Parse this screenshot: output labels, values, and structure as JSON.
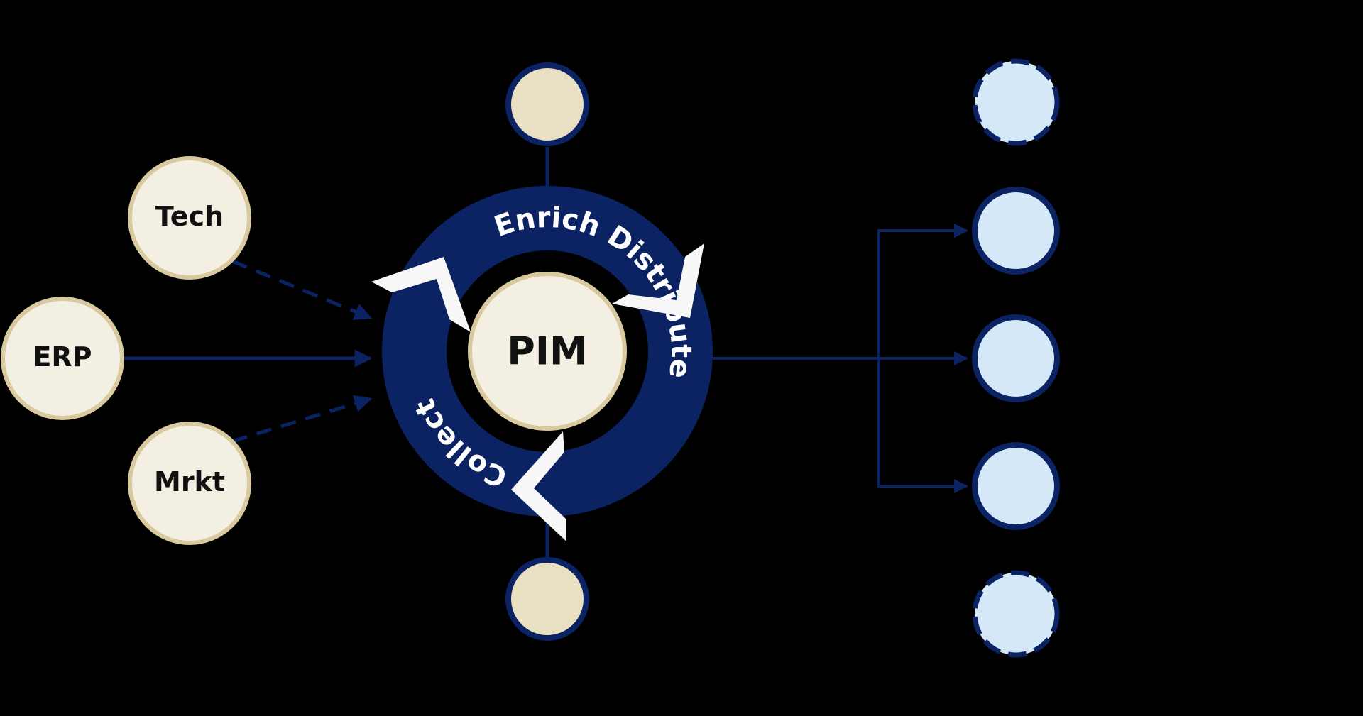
{
  "diagram": {
    "type": "pim-flow",
    "colors": {
      "background": "#000000",
      "navy": "#0b2263",
      "source_fill": "#f3efe2",
      "source_stroke": "#d8c99e",
      "satellite_fill": "#e9dfc3",
      "channel_fill": "#d4e8f8",
      "chevron": "#f7f7f7",
      "label_dark": "#111111",
      "label_light": "#ffffff"
    },
    "center": {
      "label": "PIM"
    },
    "cycle_stages": [
      {
        "id": "enrich",
        "label": "Enrich"
      },
      {
        "id": "distribute",
        "label": "Distribute"
      },
      {
        "id": "collect",
        "label": "Collect"
      }
    ],
    "sources": [
      {
        "id": "tech",
        "label": "Tech",
        "connection": "dashed"
      },
      {
        "id": "erp",
        "label": "ERP",
        "connection": "solid"
      },
      {
        "id": "mrkt",
        "label": "Mrkt",
        "connection": "dashed"
      }
    ],
    "satellites": [
      {
        "id": "top",
        "label": ""
      },
      {
        "id": "bottom",
        "label": ""
      }
    ],
    "channels": [
      {
        "id": "channel-1",
        "label": "",
        "border": "dashed",
        "connected": false
      },
      {
        "id": "channel-2",
        "label": "",
        "border": "solid",
        "connected": true
      },
      {
        "id": "channel-3",
        "label": "",
        "border": "solid",
        "connected": true
      },
      {
        "id": "channel-4",
        "label": "",
        "border": "solid",
        "connected": true
      },
      {
        "id": "channel-5",
        "label": "",
        "border": "dashed",
        "connected": false
      }
    ]
  }
}
